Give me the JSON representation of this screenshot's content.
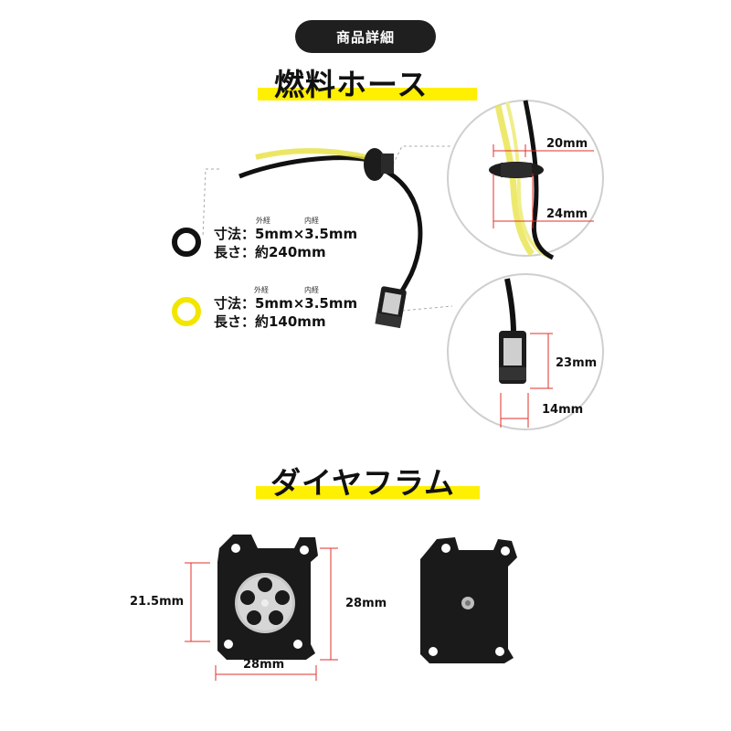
{
  "header": {
    "badge": "商品詳細"
  },
  "hose": {
    "title": "燃料ホース",
    "black": {
      "od_label": "外経",
      "id_label": "内経",
      "line1": "寸法：5mm×3.5mm",
      "line2": "長さ：約240mm",
      "ring_color": "#111111"
    },
    "yellow": {
      "od_label": "外経",
      "id_label": "内経",
      "line1": "寸法：5mm×3.5mm",
      "line2": "長さ：約140mm",
      "ring_color": "#f2e600"
    },
    "grommet_dims": {
      "top": "20mm",
      "bottom": "24mm"
    },
    "filter_dims": {
      "height": "23mm",
      "width": "14mm"
    }
  },
  "diaphragm": {
    "title": "ダイヤフラム",
    "dims": {
      "left": "21.5mm",
      "right": "28mm",
      "bottom": "28mm"
    }
  },
  "colors": {
    "highlight": "#ffef00",
    "dim_line": "#e0302a",
    "dark": "#1f1f1f"
  }
}
